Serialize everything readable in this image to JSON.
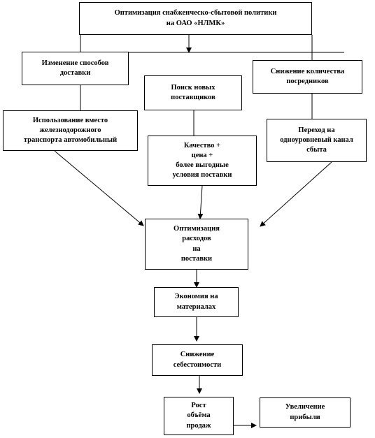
{
  "diagram": {
    "top": "Оптимизация снабженческо-сбытовой политики\nна ОАО «НЛМК»",
    "branch_left": "Изменение способов\nдоставки",
    "branch_middle": "Поиск новых\nпоставщиков",
    "branch_right": "Снижение количества\nпосредников",
    "left_detail": "Использование вместо\nжелезнодорожного\nтранспорта автомобильный",
    "middle_detail": "Качество  +\nцена +\nболее выгодные\nусловия поставки",
    "right_detail": "Переход на\nодноуровневый канал\nсбыта",
    "optimization": "Оптимизация\nрасходов\nна\nпоставки",
    "savings": "Экономия на\nматериалах",
    "cost_reduction": "Снижение\nсебестоимости",
    "sales_growth": "Рост\nобъёма\nпродаж",
    "profit_increase": "Увеличение\nприбыли"
  }
}
